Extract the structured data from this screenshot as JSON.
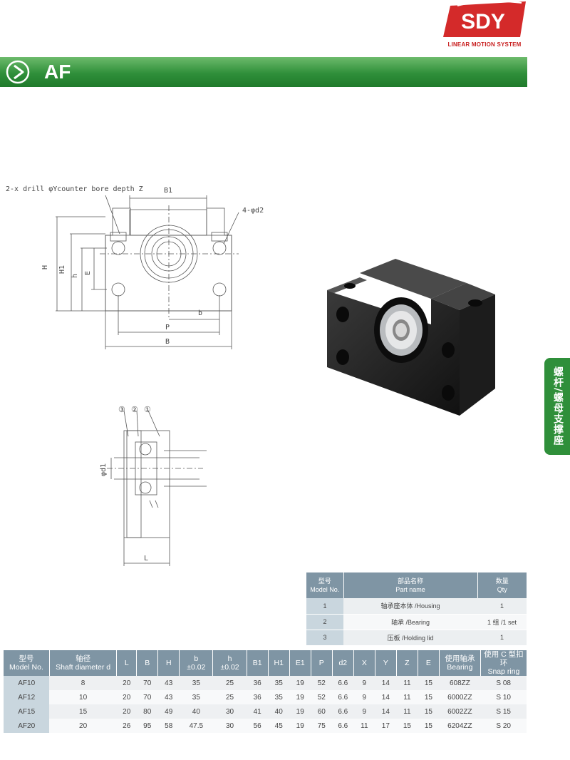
{
  "brand": {
    "name": "SDY",
    "tagline": "LINEAR MOTION SYSTEM",
    "color": "#c81e1e"
  },
  "header": {
    "title": "AF",
    "accent": "#2f8f3a"
  },
  "side_tab": {
    "text": "螺杆/螺母支撑座"
  },
  "drawing_labels": {
    "drill_note": "2-x drill φYcounter bore depth Z",
    "holes_note": "4-φd2",
    "b1": "B1",
    "h": "H",
    "h1": "H1",
    "h_small": "h",
    "e": "E",
    "b_small": "b",
    "p": "P",
    "b_big": "B",
    "d1": "φd1",
    "l": "L",
    "c1": "①",
    "c2": "②",
    "c3": "③"
  },
  "parts_table": {
    "headers": [
      {
        "cn": "型号",
        "en": "Model No."
      },
      {
        "cn": "部品名称",
        "en": "Part name"
      },
      {
        "cn": "数量",
        "en": "Qty"
      }
    ],
    "rows": [
      {
        "no": "1",
        "name": "轴承座本体 /Housing",
        "qty": "1"
      },
      {
        "no": "2",
        "name": "轴承 /Bearing",
        "qty": "1 组 /1 set"
      },
      {
        "no": "3",
        "name": "压板 /Holding lid",
        "qty": "1"
      }
    ]
  },
  "spec_table": {
    "headers": [
      {
        "l1": "型号",
        "l2": "Model No."
      },
      {
        "l1": "轴径",
        "l2": "Shaft diameter d"
      },
      {
        "l1": "L",
        "l2": ""
      },
      {
        "l1": "B",
        "l2": ""
      },
      {
        "l1": "H",
        "l2": ""
      },
      {
        "l1": "b",
        "l2": "±0.02"
      },
      {
        "l1": "h",
        "l2": "±0.02"
      },
      {
        "l1": "B1",
        "l2": ""
      },
      {
        "l1": "H1",
        "l2": ""
      },
      {
        "l1": "E1",
        "l2": ""
      },
      {
        "l1": "P",
        "l2": ""
      },
      {
        "l1": "d2",
        "l2": ""
      },
      {
        "l1": "X",
        "l2": ""
      },
      {
        "l1": "Y",
        "l2": ""
      },
      {
        "l1": "Z",
        "l2": ""
      },
      {
        "l1": "E",
        "l2": ""
      },
      {
        "l1": "使用轴承",
        "l2": "Bearing"
      },
      {
        "l1": "使用 C 型扣环",
        "l2": "Snap ring"
      }
    ],
    "rows": [
      [
        "AF10",
        "8",
        "20",
        "70",
        "43",
        "35",
        "25",
        "36",
        "35",
        "19",
        "52",
        "6.6",
        "9",
        "14",
        "11",
        "15",
        "608ZZ",
        "S 08"
      ],
      [
        "AF12",
        "10",
        "20",
        "70",
        "43",
        "35",
        "25",
        "36",
        "35",
        "19",
        "52",
        "6.6",
        "9",
        "14",
        "11",
        "15",
        "6000ZZ",
        "S 10"
      ],
      [
        "AF15",
        "15",
        "20",
        "80",
        "49",
        "40",
        "30",
        "41",
        "40",
        "19",
        "60",
        "6.6",
        "9",
        "14",
        "11",
        "15",
        "6002ZZ",
        "S 15"
      ],
      [
        "AF20",
        "20",
        "26",
        "95",
        "58",
        "47.5",
        "30",
        "56",
        "45",
        "19",
        "75",
        "6.6",
        "11",
        "17",
        "15",
        "15",
        "6204ZZ",
        "S 20"
      ]
    ]
  }
}
